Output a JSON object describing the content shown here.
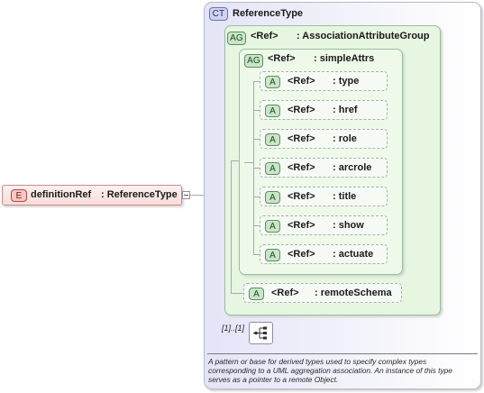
{
  "complex_type": {
    "badge": "CT",
    "name": "ReferenceType"
  },
  "attribute_group_outer": {
    "badge": "AG",
    "ref": "<Ref>",
    "name": ": AssociationAttributeGroup"
  },
  "attribute_group_inner": {
    "badge": "AG",
    "ref": "<Ref>",
    "name": ": simpleAttrs"
  },
  "attributes": [
    {
      "badge": "A",
      "ref": "<Ref>",
      "name": ": type"
    },
    {
      "badge": "A",
      "ref": "<Ref>",
      "name": ": href"
    },
    {
      "badge": "A",
      "ref": "<Ref>",
      "name": ": role"
    },
    {
      "badge": "A",
      "ref": "<Ref>",
      "name": ": arcrole"
    },
    {
      "badge": "A",
      "ref": "<Ref>",
      "name": ": title"
    },
    {
      "badge": "A",
      "ref": "<Ref>",
      "name": ": show"
    },
    {
      "badge": "A",
      "ref": "<Ref>",
      "name": ": actuate"
    }
  ],
  "remote_schema": {
    "badge": "A",
    "ref": "<Ref>",
    "name": ": remoteSchema"
  },
  "element": {
    "badge": "E",
    "name": "definitionRef",
    "type": ": ReferenceType"
  },
  "sequence": {
    "occurrence": "[1]..[1]",
    "icon": "sequence-icon"
  },
  "documentation": {
    "lines": [
      "A pattern or base for derived types used to specify complex types",
      "corresponding to a UML aggregation association.  An instance of this type",
      "serves as a pointer to a remote Object."
    ]
  }
}
